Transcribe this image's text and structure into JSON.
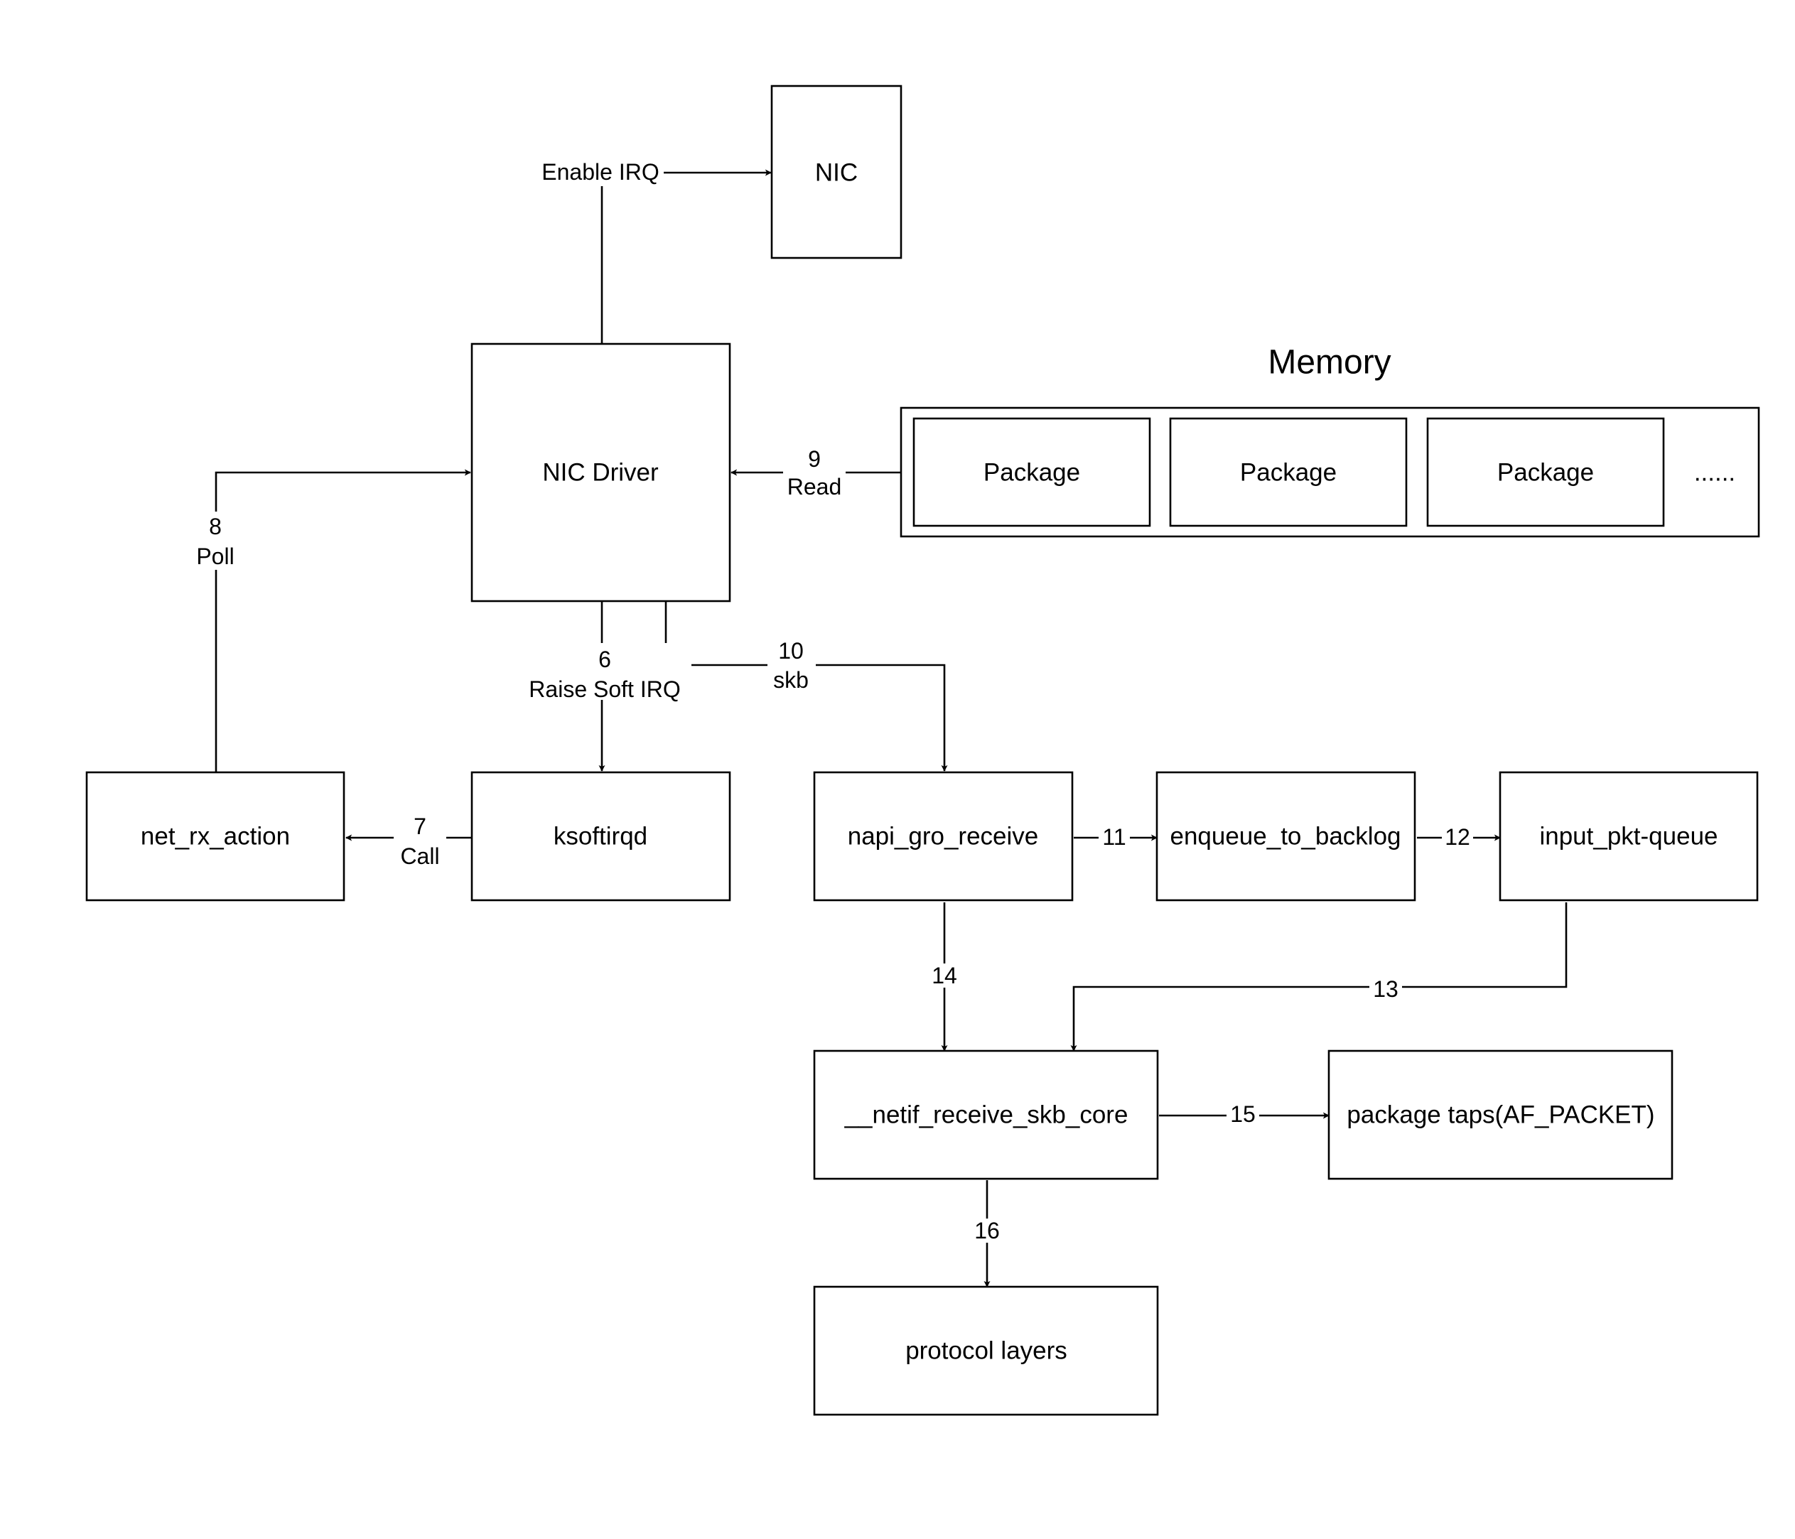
{
  "diagram": {
    "nodes": {
      "nic": "NIC",
      "nic_driver": "NIC Driver",
      "memory_title": "Memory",
      "package_1": "Package",
      "package_2": "Package",
      "package_3": "Package",
      "package_more": "......",
      "net_rx_action": "net_rx_action",
      "ksoftirqd": "ksoftirqd",
      "napi_gro_receive": "napi_gro_receive",
      "enqueue_to_backlog": "enqueue_to_backlog",
      "input_pkt_queue": "input_pkt-queue",
      "netif_receive_skb_core": "__netif_receive_skb_core",
      "package_taps": "package taps(AF_PACKET)",
      "protocol_layers": "protocol layers"
    },
    "edges": {
      "enable_irq": {
        "label": "Enable IRQ"
      },
      "e6": {
        "num": "6",
        "label": "Raise Soft IRQ"
      },
      "e7": {
        "num": "7",
        "label": "Call"
      },
      "e8": {
        "num": "8",
        "label": "Poll"
      },
      "e9": {
        "num": "9",
        "label": "Read"
      },
      "e10": {
        "num": "10",
        "label": "skb"
      },
      "e11": {
        "num": "11"
      },
      "e12": {
        "num": "12"
      },
      "e13": {
        "num": "13"
      },
      "e14": {
        "num": "14"
      },
      "e15": {
        "num": "15"
      },
      "e16": {
        "num": "16"
      }
    }
  }
}
